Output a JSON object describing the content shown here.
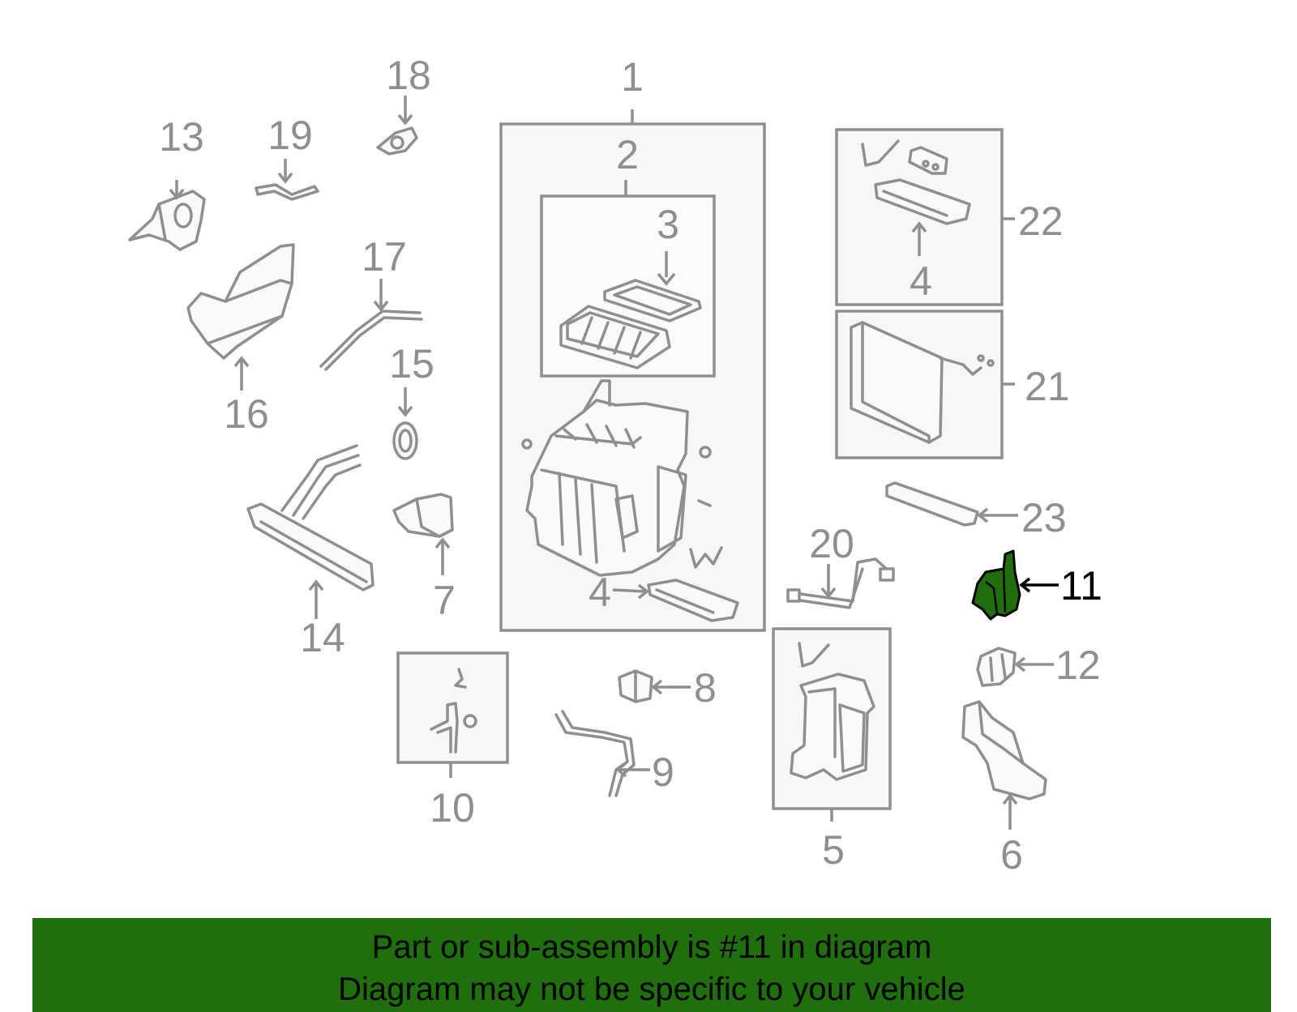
{
  "diagram": {
    "highlight_color": "#1f6f0c",
    "line_color": "#8f8f8f",
    "callouts": [
      {
        "id": "1",
        "label": "1"
      },
      {
        "id": "2",
        "label": "2"
      },
      {
        "id": "3",
        "label": "3"
      },
      {
        "id": "4a",
        "label": "4"
      },
      {
        "id": "4b",
        "label": "4"
      },
      {
        "id": "5",
        "label": "5"
      },
      {
        "id": "6",
        "label": "6"
      },
      {
        "id": "7",
        "label": "7"
      },
      {
        "id": "8",
        "label": "8"
      },
      {
        "id": "9",
        "label": "9"
      },
      {
        "id": "10",
        "label": "10"
      },
      {
        "id": "11",
        "label": "11",
        "highlighted": true
      },
      {
        "id": "12",
        "label": "12"
      },
      {
        "id": "13",
        "label": "13"
      },
      {
        "id": "14",
        "label": "14"
      },
      {
        "id": "15",
        "label": "15"
      },
      {
        "id": "16",
        "label": "16"
      },
      {
        "id": "17",
        "label": "17"
      },
      {
        "id": "18",
        "label": "18"
      },
      {
        "id": "19",
        "label": "19"
      },
      {
        "id": "20",
        "label": "20"
      },
      {
        "id": "21",
        "label": "21"
      },
      {
        "id": "22",
        "label": "22"
      },
      {
        "id": "23",
        "label": "23"
      }
    ]
  },
  "banner": {
    "line1": "Part or sub-assembly is #11 in diagram",
    "line2": "Diagram may not be specific to your vehicle",
    "background": "#1f6f0c"
  }
}
